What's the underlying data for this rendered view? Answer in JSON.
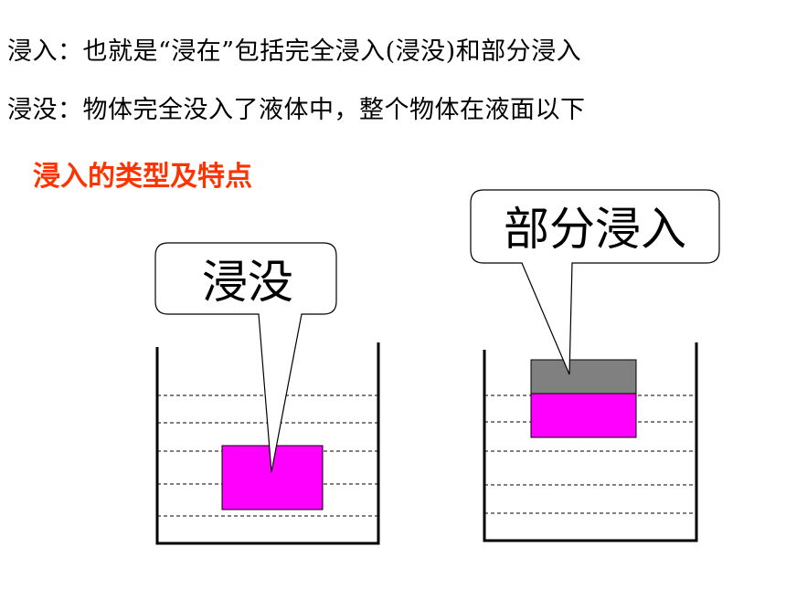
{
  "definitions": {
    "immersion": "浸入：也就是“浸在”包括完全浸入(浸没)和部分浸入",
    "submersion": "浸没：物体完全没入了液体中，整个物体在液面以下"
  },
  "section_heading": "浸入的类型及特点",
  "diagrams": {
    "left_callout": "浸没",
    "right_callout": "部分浸入"
  },
  "colors": {
    "heading": "#ff3300",
    "submerged_block": "#ff00ff",
    "exposed_block": "#808080"
  }
}
